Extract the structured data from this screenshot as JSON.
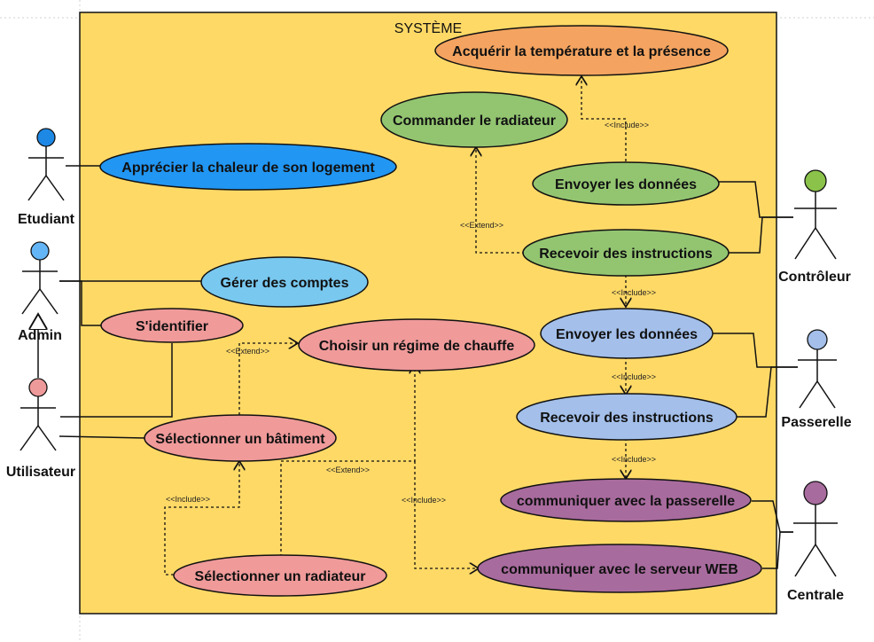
{
  "system": {
    "title": "SYSTÈME",
    "fill": "#FFD966"
  },
  "actors": {
    "etudiant": {
      "label": "Etudiant",
      "color": "#1E88E5"
    },
    "admin": {
      "label": "Admin",
      "color": "#64B5F6"
    },
    "utilisateur": {
      "label": "Utilisateur",
      "color": "#EF9A9A"
    },
    "controleur": {
      "label": "Contrôleur",
      "color": "#8BC34A"
    },
    "passerelle": {
      "label": "Passerelle",
      "color": "#A3BFEA"
    },
    "centrale": {
      "label": "Centrale",
      "color": "#A86B9E"
    }
  },
  "usecases": {
    "acquerir": {
      "label": "Acquérir la température et la présence",
      "color": "#F4A460"
    },
    "commander": {
      "label": "Commander le radiateur",
      "color": "#93C571"
    },
    "apprecier": {
      "label": "Apprécier la chaleur de son logement",
      "color": "#2196F3"
    },
    "envoyer1": {
      "label": "Envoyer les données",
      "color": "#93C571"
    },
    "recevoir1": {
      "label": "Recevoir des instructions",
      "color": "#93C571"
    },
    "gerer": {
      "label": "Gérer des comptes",
      "color": "#78C8F0"
    },
    "identifier": {
      "label": "S'identifier",
      "color": "#F09A9A"
    },
    "choisir": {
      "label": "Choisir un régime de chauffe",
      "color": "#F09A9A"
    },
    "envoyer2": {
      "label": "Envoyer les données",
      "color": "#A3BFEA"
    },
    "recevoir2": {
      "label": "Recevoir des instructions",
      "color": "#A3BFEA"
    },
    "selBatiment": {
      "label": "Sélectionner un bâtiment",
      "color": "#F09A9A"
    },
    "communiquerPasserelle": {
      "label": "communiquer avec la passerelle",
      "color": "#A86B9E"
    },
    "selRadiateur": {
      "label": "Sélectionner un radiateur",
      "color": "#F09A9A"
    },
    "communiquerWeb": {
      "label": "communiquer avec le serveur WEB",
      "color": "#A86B9E"
    }
  },
  "stereotypes": {
    "include": "<<Include>>",
    "extend": "<<Extend>>"
  }
}
